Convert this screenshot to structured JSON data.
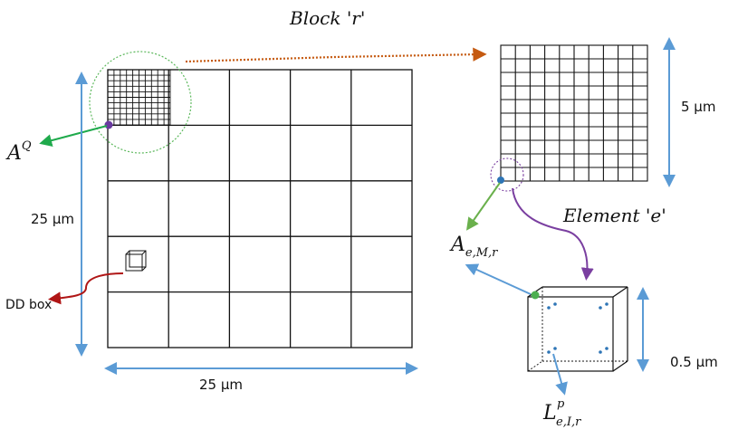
{
  "labels": {
    "block": "Block 'r'",
    "element": "Element 'e'",
    "a_q_base": "A",
    "a_q_sup": "Q",
    "a_emr_base": "A",
    "a_emr_sub": "e,M,r",
    "l_base": "L",
    "l_sup": "p",
    "l_sub": "e,I,r",
    "dd_box": "DD box",
    "dim_25_vertical": "25 μm",
    "dim_25_horizontal": "25 μm",
    "dim_5": "5 μm",
    "dim_05": "0.5 μm"
  },
  "colors": {
    "grid": "#111111",
    "dimension": "#5b9bd5",
    "green_arrow": "#1faa4c",
    "green_circle": "#5cb85c",
    "orange_dotted": "#c55a11",
    "purple": "#7a3fa0",
    "dark_red": "#b01616",
    "node_dot": "#2e75b6",
    "element_corner": "#4caf50"
  },
  "grids": {
    "big_grid_cells": 5,
    "block_grid_cells": 10
  }
}
